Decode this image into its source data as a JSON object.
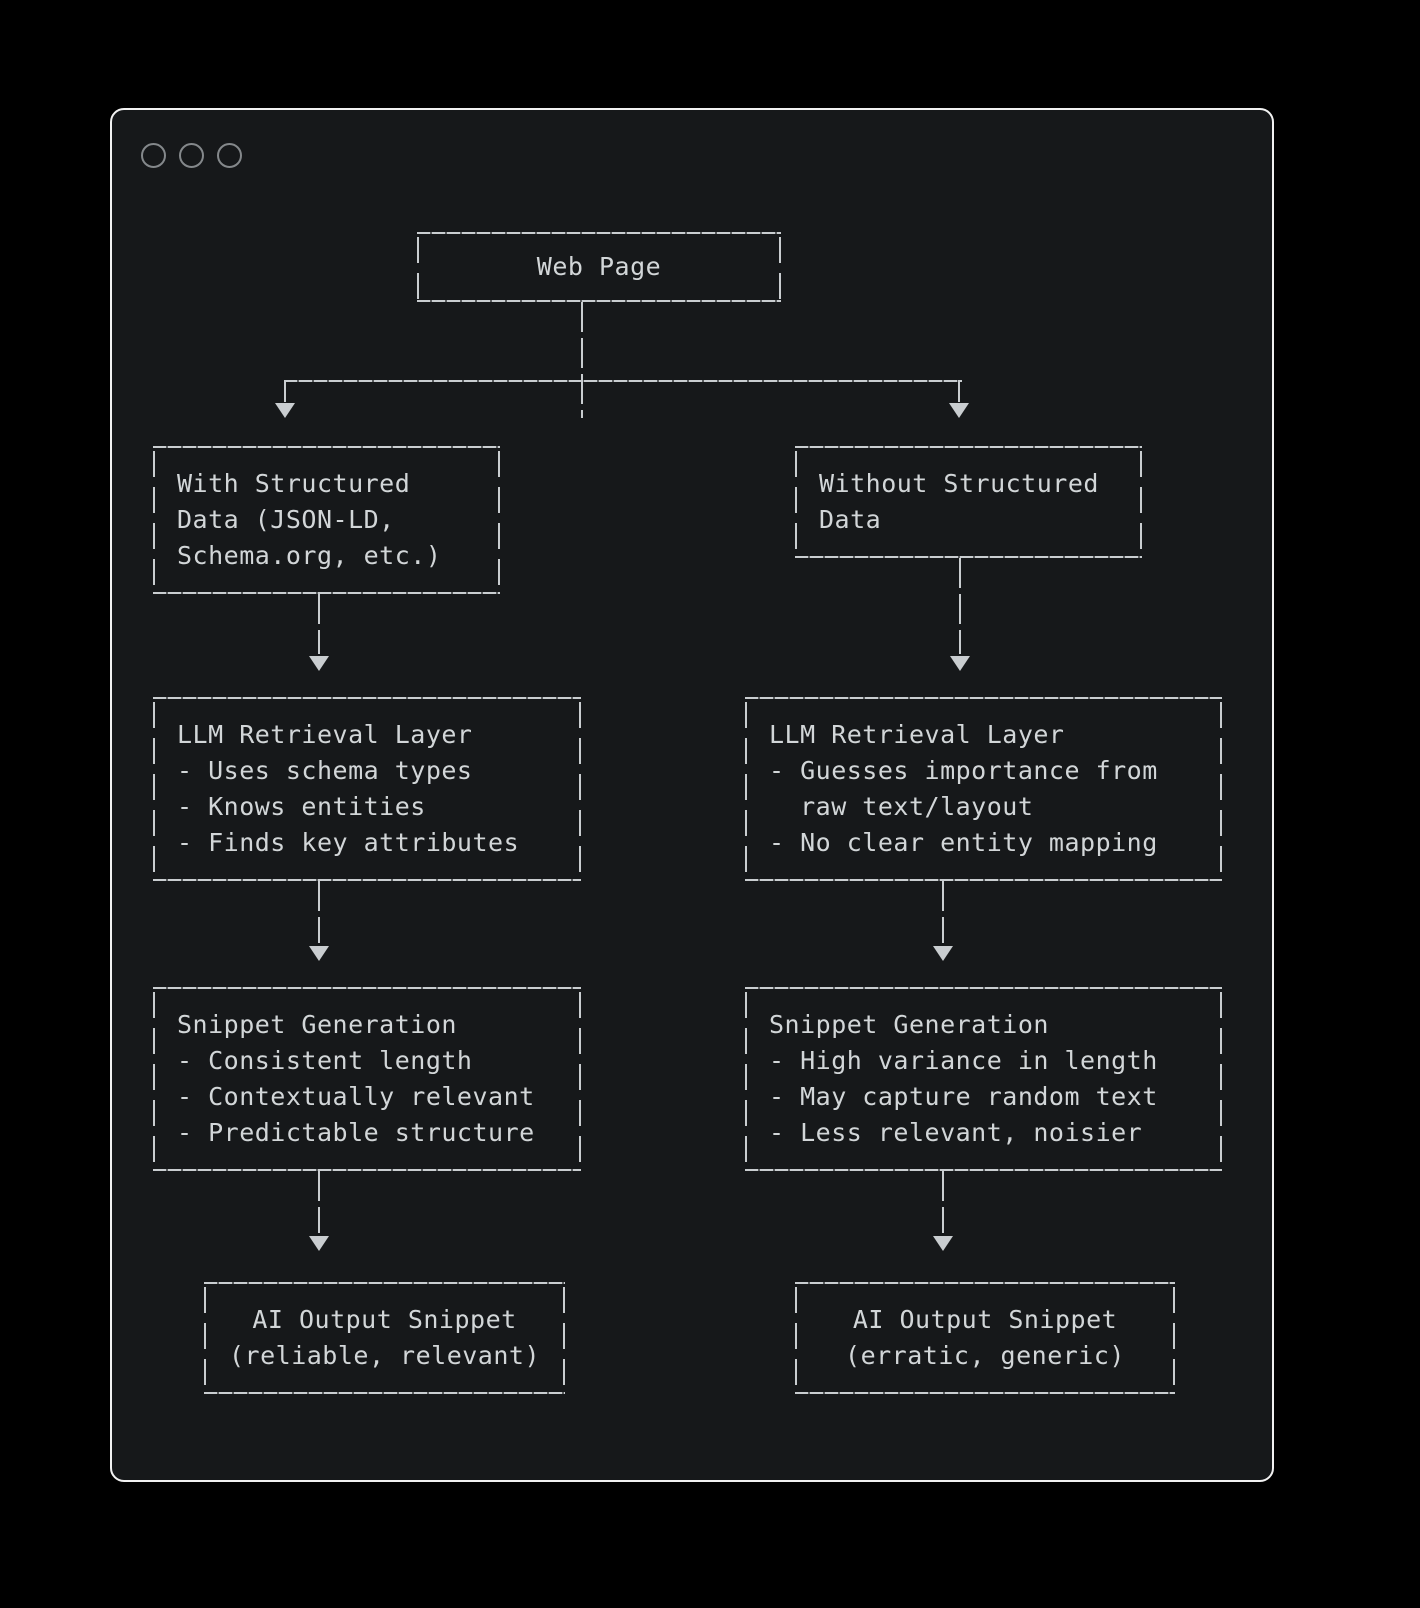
{
  "window": {
    "title_bar": {
      "buttons": [
        {
          "name": "close-circle",
          "label": ""
        },
        {
          "name": "minimize-circle",
          "label": ""
        },
        {
          "name": "maximize-circle",
          "label": ""
        }
      ]
    },
    "colors": {
      "page_background": "#000000",
      "window_background": "#16181a",
      "window_border": "#f2f2f2",
      "text": "#d2d6d8",
      "line": "#c9cdd0",
      "dot_stroke": "#84888b"
    }
  },
  "diagram": {
    "type": "ascii-flowchart",
    "root": {
      "id": "web-page",
      "lines": [
        "Web Page"
      ]
    },
    "branches": [
      {
        "id": "with-structured-data",
        "side": "left",
        "nodes": [
          {
            "id": "with-structured-data-node",
            "lines": [
              "With Structured",
              "Data (JSON-LD,",
              "Schema.org, etc.)"
            ]
          },
          {
            "id": "llm-retrieval-layer-left",
            "lines": [
              "LLM Retrieval Layer",
              "- Uses schema types",
              "- Knows entities",
              "- Finds key attributes"
            ]
          },
          {
            "id": "snippet-generation-left",
            "lines": [
              "Snippet Generation",
              "- Consistent length",
              "- Contextually relevant",
              "- Predictable structure"
            ]
          },
          {
            "id": "ai-output-snippet-left",
            "lines": [
              "AI Output Snippet",
              "(reliable, relevant)"
            ]
          }
        ]
      },
      {
        "id": "without-structured-data",
        "side": "right",
        "nodes": [
          {
            "id": "without-structured-data-node",
            "lines": [
              "Without Structured",
              "Data"
            ]
          },
          {
            "id": "llm-retrieval-layer-right",
            "lines": [
              "LLM Retrieval Layer",
              "- Guesses importance from",
              "  raw text/layout",
              "- No clear entity mapping"
            ]
          },
          {
            "id": "snippet-generation-right",
            "lines": [
              "Snippet Generation",
              "- High variance in length",
              "- May capture random text",
              "- Less relevant, noisier"
            ]
          },
          {
            "id": "ai-output-snippet-right",
            "lines": [
              "AI Output Snippet",
              "(erratic, generic)"
            ]
          }
        ]
      }
    ]
  }
}
